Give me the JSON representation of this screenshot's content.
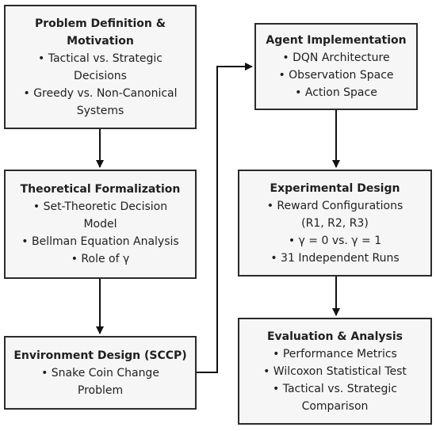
{
  "boxes": {
    "problem": {
      "title_lines": [
        "Problem Definition &",
        "Motivation"
      ],
      "items": [
        "• Tactical vs. Strategic",
        "Decisions",
        "• Greedy vs. Non-Canonical",
        "Systems"
      ]
    },
    "theory": {
      "title_lines": [
        "Theoretical Formalization"
      ],
      "items": [
        "• Set-Theoretic Decision",
        "Model",
        "• Bellman Equation Analysis",
        "• Role of γ"
      ]
    },
    "environment": {
      "title_lines": [
        "Environment Design (SCCP)"
      ],
      "items": [
        "• Snake Coin Change",
        "Problem"
      ]
    },
    "agent": {
      "title_lines": [
        "Agent Implementation"
      ],
      "items": [
        "• DQN Architecture",
        "• Observation Space",
        "• Action Space"
      ]
    },
    "experiment": {
      "title_lines": [
        "Experimental Design"
      ],
      "items": [
        "• Reward Configurations",
        "(R1, R2, R3)",
        "• γ = 0 vs. γ = 1",
        "• 31 Independent Runs"
      ]
    },
    "evaluation": {
      "title_lines": [
        "Evaluation & Analysis"
      ],
      "items": [
        "• Performance Metrics",
        "• Wilcoxon Statistical Test",
        "• Tactical vs. Strategic",
        "Comparison"
      ]
    }
  }
}
